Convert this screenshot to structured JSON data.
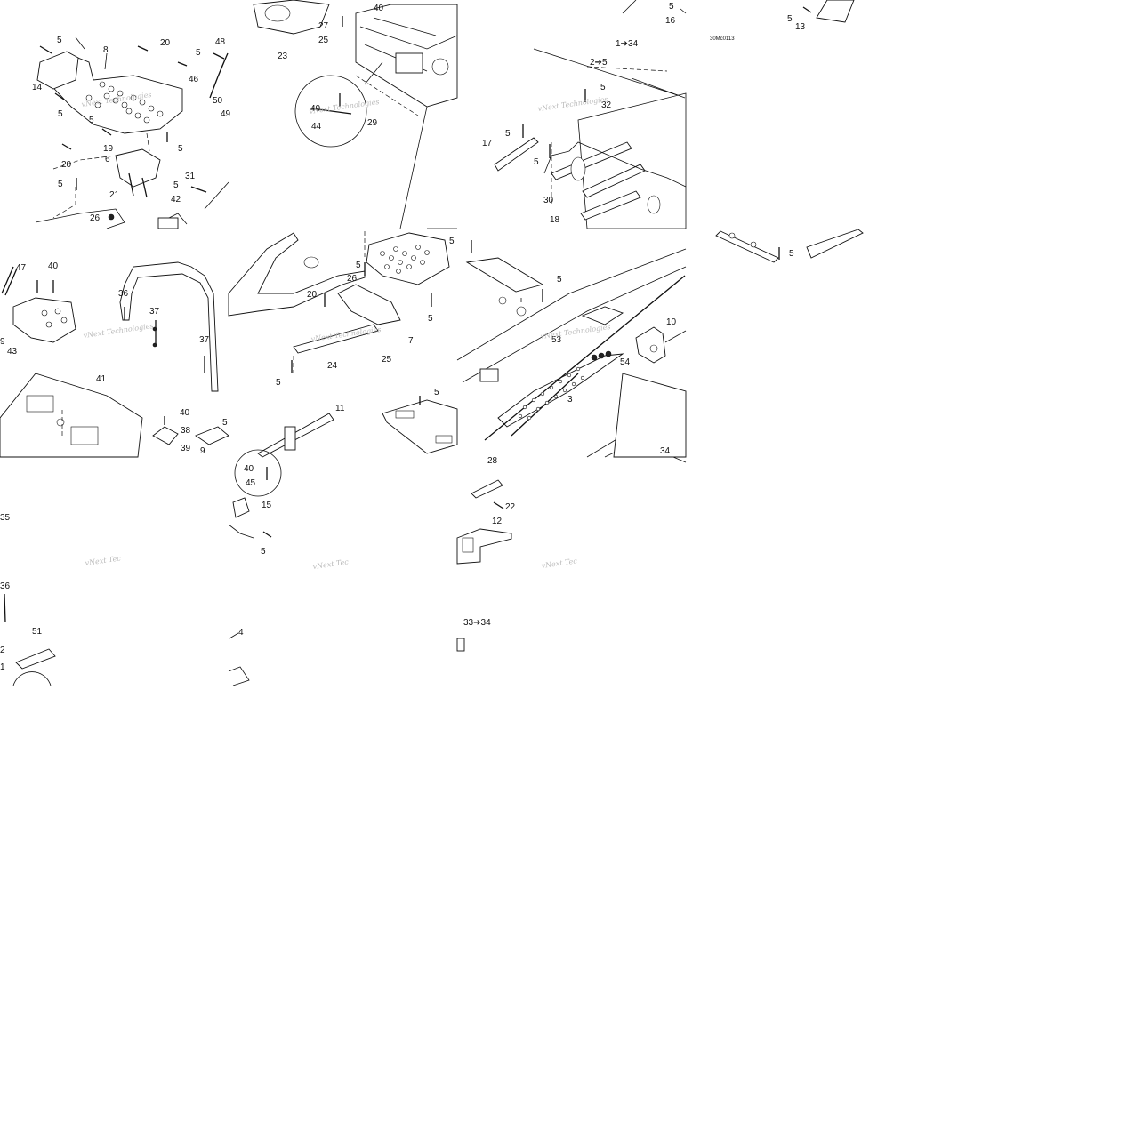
{
  "diagram_code": "30Mc0113",
  "watermark_text": "vNext Technologies",
  "watermark_text_short": "vNext Tec",
  "callouts": {
    "c1_34": "1➔34",
    "c2_5": "2➔5",
    "c3": "3",
    "c4": "4",
    "c5": "5",
    "c6": "6",
    "c7": "7",
    "c8": "8",
    "c9": "9",
    "c10": "10",
    "c11": "11",
    "c12": "12",
    "c13": "13",
    "c14": "14",
    "c15": "15",
    "c16": "16",
    "c17": "17",
    "c18": "18",
    "c19": "19",
    "c20": "20",
    "c21": "21",
    "c22": "22",
    "c23": "23",
    "c24": "24",
    "c25": "25",
    "c26": "26",
    "c27": "27",
    "c28": "28",
    "c29": "29",
    "c30": "30",
    "c31": "31",
    "c32": "32",
    "c33_34": "33➔34",
    "c34": "34",
    "c35": "35",
    "c36": "36",
    "c37": "37",
    "c38": "38",
    "c39": "39",
    "c40": "40",
    "c41": "41",
    "c42": "42",
    "c43": "43",
    "c44": "44",
    "c45": "45",
    "c46": "46",
    "c47": "47",
    "c48": "48",
    "c49": "49",
    "c50": "50",
    "c51": "51",
    "c53": "53",
    "c54": "54",
    "c2": "2",
    "c1": "1",
    "c20b": "20"
  }
}
